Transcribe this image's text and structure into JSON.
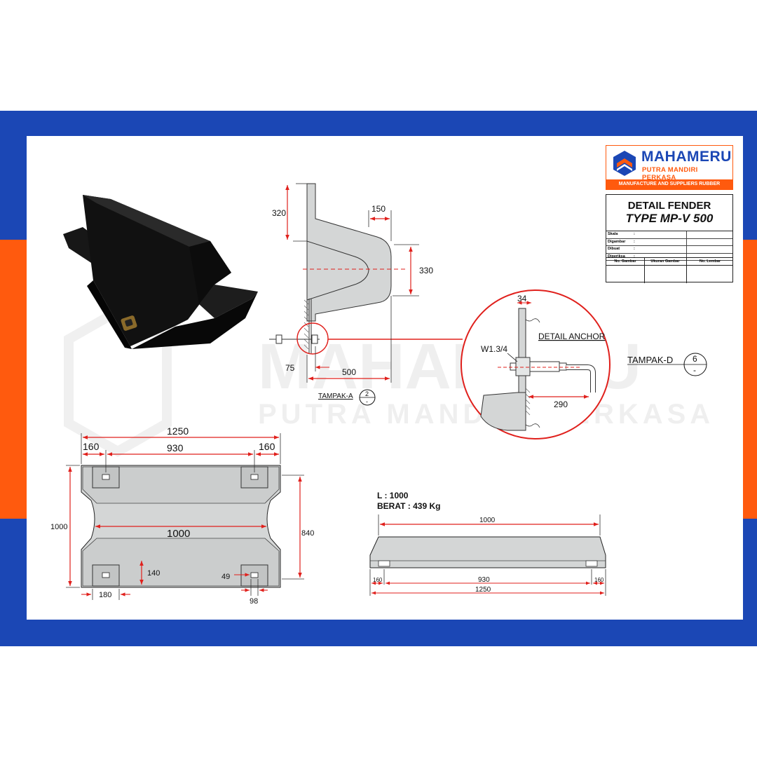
{
  "brand": {
    "name": "MAHAMERU",
    "subtitle": "PUTRA MANDIRI PERKASA",
    "tagline": "MANUFACTURE AND SUPPLIERS RUBBER PRODUCT",
    "watermark_line1": "MAHAMERU",
    "watermark_line2": "PUTRA MANDIRI PERKASA",
    "colors": {
      "blue": "#1b47b5",
      "orange": "#ff5a0e",
      "drawing_red": "#e0201c"
    }
  },
  "title_block": {
    "line1": "DETAIL FENDER",
    "line2": "TYPE MP-V 500",
    "rows": [
      {
        "label": "Skala",
        "sep": ":"
      },
      {
        "label": "Digambar",
        "sep": ":"
      },
      {
        "label": "Dibuat",
        "sep": ":"
      },
      {
        "label": "Diperiksa",
        "sep": ":"
      }
    ],
    "footer": [
      "No. Gambar",
      "Ukuran Gambar",
      "No. Lembar"
    ]
  },
  "side_view": {
    "dims": {
      "top_height": "320",
      "nose_width": "150",
      "nose_height": "330",
      "base_offset": "75",
      "total_depth": "500"
    },
    "view_label": "TAMPAK-A",
    "view_ref_top": "2",
    "view_ref_bottom": "-"
  },
  "anchor_detail": {
    "title": "DETAIL ANCHOR",
    "plate_width": "34",
    "bolt": "W1.3/4",
    "bolt_length": "290",
    "view_label": "TAMPAK-D",
    "view_ref_top": "6",
    "view_ref_bottom": "-"
  },
  "plan_view": {
    "total_width": "1250",
    "edge_left": "160",
    "bolt_spacing": "930",
    "edge_right": "160",
    "height": "1000",
    "length": "1000",
    "inner_height": "840",
    "flange_height": "140",
    "pad_width": "180",
    "hole_offset": "49",
    "hole_width": "98"
  },
  "specs": {
    "length_line": "L : 1000",
    "weight_line": "BERAT : 439 Kg"
  },
  "front_view": {
    "top_width": "1000",
    "edge_left": "160",
    "bolt_spacing": "930",
    "edge_right": "160",
    "total_width": "1250"
  }
}
